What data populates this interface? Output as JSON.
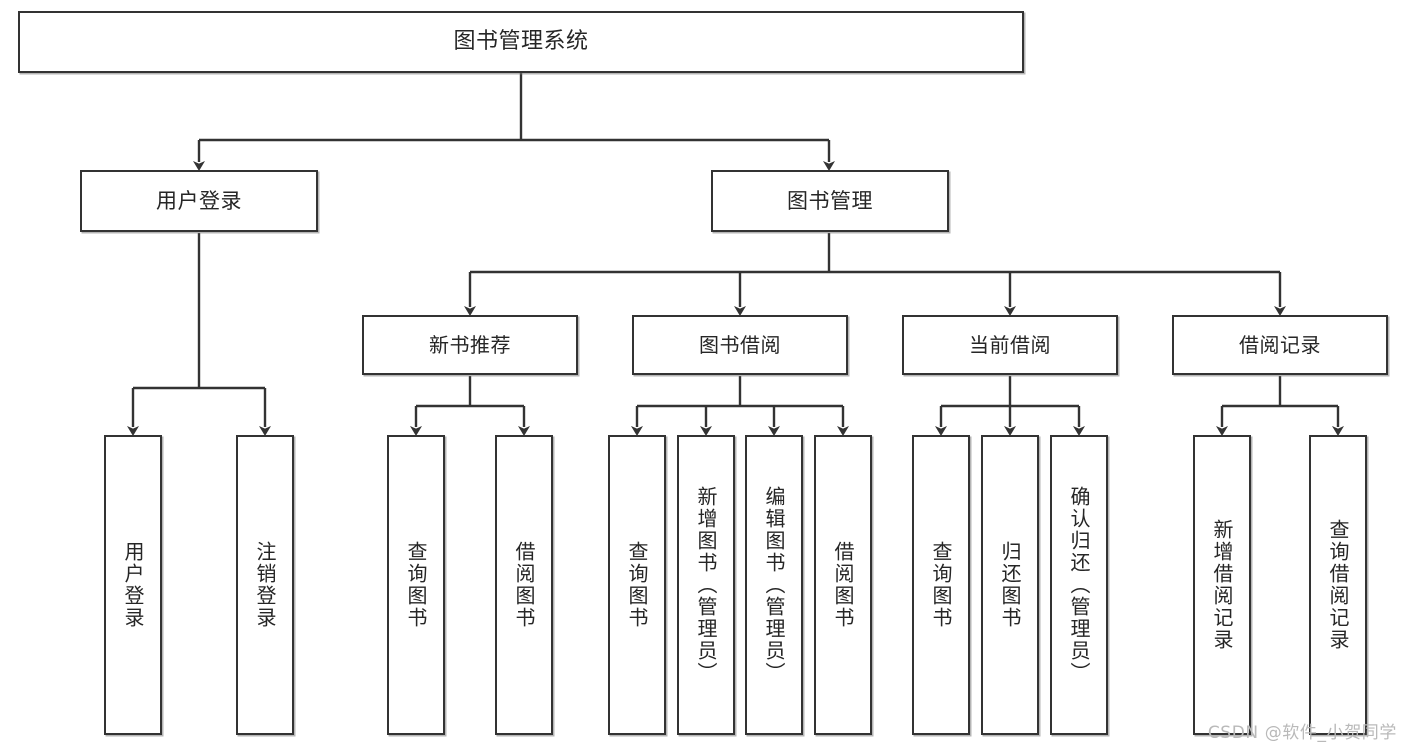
{
  "diagram": {
    "title": "图书管理系统",
    "type": "tree-hierarchy-chart",
    "background_color": "#ffffff",
    "node_fill": "#ffffff",
    "node_border_color": "#333333",
    "edge_color": "#333333",
    "text_color": "#262626"
  },
  "nodes": {
    "root": {
      "label": "图书管理系统"
    },
    "level2": [
      {
        "label": "用户登录"
      },
      {
        "label": "图书管理"
      }
    ],
    "level3": [
      {
        "label": "新书推荐"
      },
      {
        "label": "图书借阅"
      },
      {
        "label": "当前借阅"
      },
      {
        "label": "借阅记录"
      }
    ],
    "leaves": [
      {
        "label": "用户登录"
      },
      {
        "label": "注销登录"
      },
      {
        "label": "查询图书"
      },
      {
        "label": "借阅图书"
      },
      {
        "label": "查询图书"
      },
      {
        "label": "新增图书（管理员）"
      },
      {
        "label": "编辑图书（管理员）"
      },
      {
        "label": "借阅图书"
      },
      {
        "label": "查询图书"
      },
      {
        "label": "归还图书"
      },
      {
        "label": "确认归还（管理员）"
      },
      {
        "label": "新增借阅记录"
      },
      {
        "label": "查询借阅记录"
      }
    ]
  },
  "watermark": {
    "text": "CSDN @软件_小贺同学"
  }
}
